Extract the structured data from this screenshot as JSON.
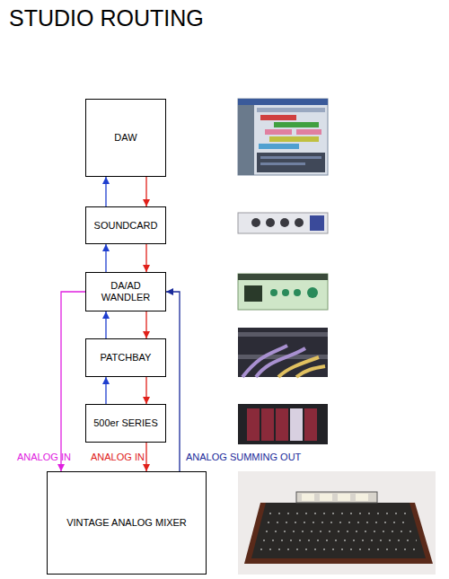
{
  "diagram": {
    "title": "STUDIO ROUTING",
    "nodes": [
      {
        "text": [
          "DAW"
        ]
      },
      {
        "text": [
          "SOUNDCARD"
        ]
      },
      {
        "text": [
          "DA/AD WANDLER"
        ]
      },
      {
        "text": [
          "PATCHBAY"
        ]
      },
      {
        "text": [
          "500er SERIES"
        ]
      },
      {
        "text": [
          "VINTAGE ANALOG MIXER"
        ]
      }
    ],
    "edges": [
      {
        "from": 1,
        "to": 0,
        "arrow": "to"
      },
      {
        "from": 0,
        "to": 1,
        "arrow": "to"
      },
      {
        "from": 2,
        "to": 1,
        "arrow": "to"
      },
      {
        "from": 1,
        "to": 2,
        "arrow": "to"
      },
      {
        "from": 3,
        "to": 2,
        "arrow": "to"
      },
      {
        "from": 2,
        "to": 3,
        "arrow": "to"
      },
      {
        "from": 4,
        "to": 3,
        "arrow": "to"
      },
      {
        "from": 3,
        "to": 4,
        "arrow": "to"
      },
      {
        "from": 4,
        "to": 5,
        "label": "ANALOG IN",
        "arrow": "to"
      },
      {
        "from": 2,
        "to": 5,
        "label": "ANALOG IN",
        "arrow": "to"
      },
      {
        "from": 5,
        "to": 2,
        "label": "ANALOG SUMMING OUT",
        "arrow": "to"
      }
    ]
  }
}
